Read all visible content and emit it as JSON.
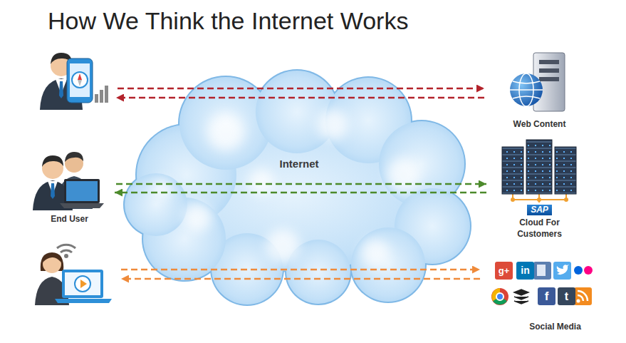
{
  "diagram": {
    "title": "How We Think the Internet Works",
    "nodes": [
      {
        "text": []
      },
      {
        "text": [
          "Web Content"
        ]
      },
      {
        "text": [
          "Internet"
        ]
      },
      {
        "text": [
          "End User"
        ]
      },
      {
        "text": [
          "SAP",
          "Cloud For Customers"
        ]
      },
      {
        "text": []
      },
      {
        "text": [
          "Social Media"
        ]
      }
    ],
    "edges": [
      {
        "from": 0,
        "to": 1,
        "arrow": "to"
      },
      {
        "from": 1,
        "to": 0,
        "arrow": "to"
      },
      {
        "from": 3,
        "to": 4,
        "arrow": "to"
      },
      {
        "from": 4,
        "to": 3,
        "arrow": "to"
      },
      {
        "from": 5,
        "to": 6,
        "arrow": "to"
      },
      {
        "from": 6,
        "to": 5,
        "arrow": "to"
      }
    ],
    "labels": [
      "g+",
      "in",
      "f",
      "t"
    ]
  }
}
